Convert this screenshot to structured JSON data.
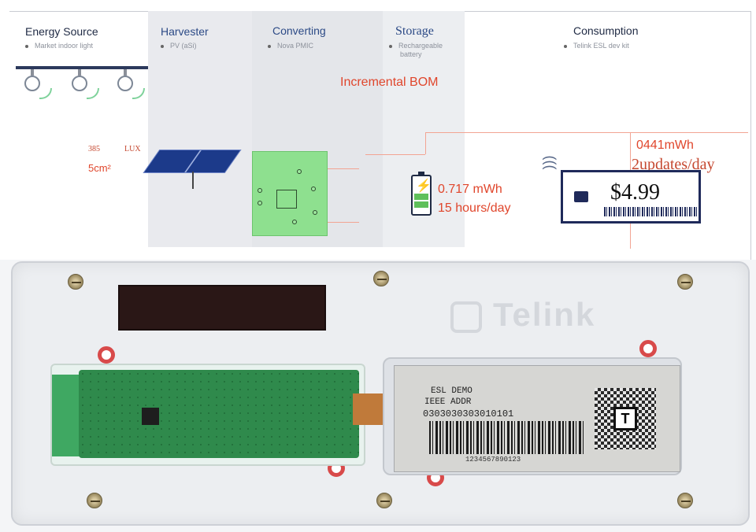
{
  "diagram": {
    "energy_source": {
      "title": "Energy Source",
      "subtitle": "Market indoor light"
    },
    "harvester": {
      "title": "Harvester",
      "subtitle": "PV (aSi)"
    },
    "converting": {
      "title": "Converting",
      "subtitle": "Nova PMIC"
    },
    "storage": {
      "title": "Storage",
      "subtitle_line1": "Rechargeable",
      "subtitle_line2": "battery"
    },
    "consumption": {
      "title": "Consumption",
      "subtitle": "Telink ESL dev kit"
    },
    "incremental_bom": "Incremental BOM",
    "lux_value": "385",
    "lux_unit": "LUX",
    "area": "5cm²",
    "energy_per_day": "0.717 mWh",
    "hours_per_day": "15 hours/day",
    "consumption_energy": "0441mWh",
    "updates": "2updates/day",
    "esl_price": "$4.99"
  },
  "photo": {
    "logo_text": "Telink",
    "epd_line1": "ESL DEMO",
    "epd_line2": "IEEE ADDR",
    "epd_line3": "0303030303010101",
    "epd_barcode_number": "1234567890123",
    "qr_logo": "T"
  },
  "colors": {
    "accent_red": "#e0462c",
    "header_blue": "#2c4a86",
    "pmic_green": "#8ee08f",
    "battery_green": "#5fc05a",
    "pcb_green": "#2f8a4c"
  }
}
